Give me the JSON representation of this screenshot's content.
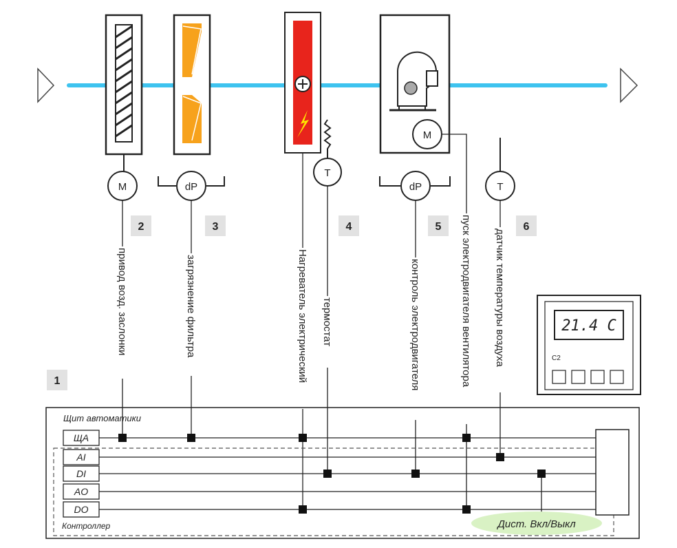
{
  "badges": {
    "main": "1",
    "damper": "2",
    "filter": "3",
    "heater": "4",
    "fan": "5",
    "duct_sensor": "6"
  },
  "circles": {
    "damper_actuator": "M",
    "filter_dp": "dP",
    "thermostat": "T",
    "fan_dp": "dP",
    "fan_motor": "M",
    "duct_temp": "T"
  },
  "signal_labels": {
    "damper": "привод возд. заслонки",
    "filter": "загрязнение фильтра",
    "heater": "Нагреватель электрический",
    "thermostat": "термостат",
    "fan_control": "контроль электродвигателя",
    "fan_start": "пуск электродвигателя вентилятора",
    "temp_sensor": "датчик температуры воздуха"
  },
  "panel": {
    "title": "Щит автоматики",
    "controller_label": "Контроллер",
    "buses": [
      "ЩА",
      "AI",
      "DI",
      "AO",
      "DO"
    ],
    "remote_switch": "Дист. Вкл/Выкл"
  },
  "display": {
    "reading": "21.4 C",
    "model": "C2"
  },
  "colors": {
    "duct": "#3ec3ef",
    "filter": "#f7a21c",
    "heater": "#e8241c",
    "lightning": "#ffe600",
    "remote_switch": "#d9f2c4",
    "badge_bg": "#e2e2e2"
  }
}
